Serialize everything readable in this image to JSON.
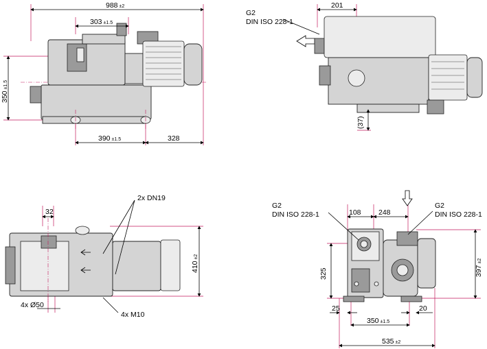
{
  "views": {
    "top_left": {
      "dim_overall": {
        "value": "988",
        "tol": "±2"
      },
      "dim_303": {
        "value": "303",
        "tol": "±1.5"
      },
      "dim_350": {
        "value": "350",
        "tol": "±1.5"
      },
      "dim_390": {
        "value": "390",
        "tol": "±1.5"
      },
      "dim_328": {
        "value": "328"
      }
    },
    "top_right": {
      "port_label_line1": "G2",
      "port_label_line2": "DIN ISO 228-1",
      "dim_201": {
        "value": "201"
      },
      "dim_37": {
        "value": "(37)"
      }
    },
    "bottom_left": {
      "dim_32": {
        "value": "32"
      },
      "dn_label": "2x DN19",
      "dim_410": {
        "value": "410",
        "tol": "±2"
      },
      "hole_label": "4x Ø50",
      "thread_label": "4x M10"
    },
    "bottom_right": {
      "port_left_line1": "G2",
      "port_left_line2": "DIN ISO 228-1",
      "port_right_line1": "G2",
      "port_right_line2": "DIN ISO 228-1",
      "dim_108": {
        "value": "108"
      },
      "dim_248": {
        "value": "248"
      },
      "dim_325": {
        "value": "325"
      },
      "dim_397": {
        "value": "397",
        "tol": "±2"
      },
      "dim_25": {
        "value": "25"
      },
      "dim_20": {
        "value": "20"
      },
      "dim_350b": {
        "value": "350",
        "tol": "±1.5"
      },
      "dim_535": {
        "value": "535",
        "tol": "±2"
      }
    }
  }
}
